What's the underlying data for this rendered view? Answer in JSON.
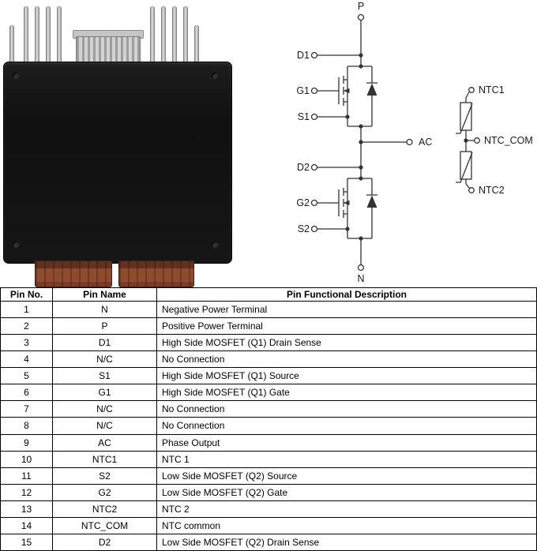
{
  "colors": {
    "module_body": "#161616",
    "terminal_brown": "#8f4b2e"
  },
  "schematic": {
    "labels": {
      "p": "P",
      "n": "N",
      "d1": "D1",
      "g1": "G1",
      "s1": "S1",
      "d2": "D2",
      "g2": "G2",
      "s2": "S2",
      "ac": "AC",
      "ntc1": "NTC1",
      "ntc_com": "NTC_COM",
      "ntc2": "NTC2"
    }
  },
  "pin_table": {
    "headers": [
      "Pin No.",
      "Pin Name",
      "Pin Functional Description"
    ],
    "rows": [
      [
        "1",
        "N",
        "Negative Power Terminal"
      ],
      [
        "2",
        "P",
        "Positive Power Terminal"
      ],
      [
        "3",
        "D1",
        "High Side MOSFET (Q1) Drain Sense"
      ],
      [
        "4",
        "N/C",
        "No Connection"
      ],
      [
        "5",
        "S1",
        "High Side MOSFET (Q1) Source"
      ],
      [
        "6",
        "G1",
        "High Side MOSFET (Q1) Gate"
      ],
      [
        "7",
        "N/C",
        "No Connection"
      ],
      [
        "8",
        "N/C",
        "No Connection"
      ],
      [
        "9",
        "AC",
        "Phase Output"
      ],
      [
        "10",
        "NTC1",
        "NTC 1"
      ],
      [
        "11",
        "S2",
        "Low Side MOSFET (Q2) Source"
      ],
      [
        "12",
        "G2",
        "Low Side MOSFET (Q2) Gate"
      ],
      [
        "13",
        "NTC2",
        "NTC 2"
      ],
      [
        "14",
        "NTC_COM",
        "NTC common"
      ],
      [
        "15",
        "D2",
        "Low Side MOSFET (Q2) Drain Sense"
      ]
    ]
  }
}
